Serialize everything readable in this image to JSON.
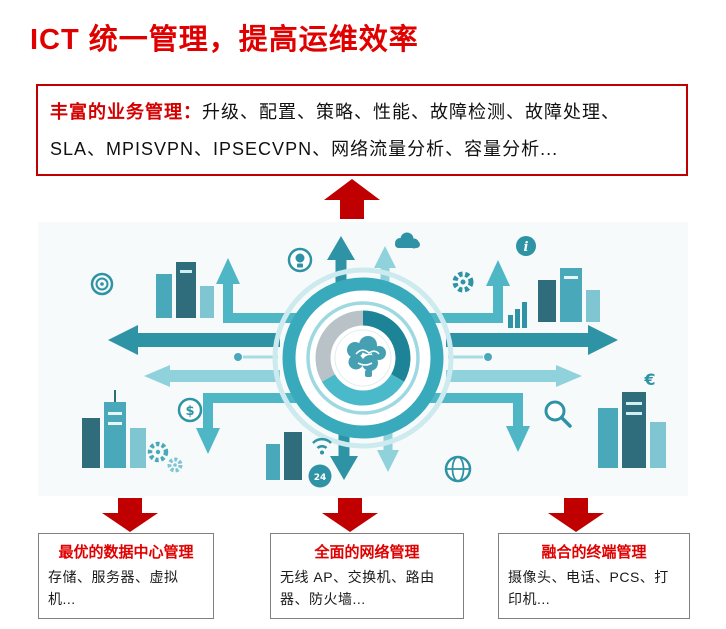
{
  "page": {
    "title": "ICT 统一管理，提高运维效率"
  },
  "feature_box": {
    "label": "丰富的业务管理：",
    "text": "升级、配置、策略、性能、故障检测、故障处理、SLA、MPISVPN、IPSECVPN、网络流量分析、容量分析..."
  },
  "illustration": {
    "description": "central ICT hub with brain, concentric teal rings, radiating block arrows, city buildings and technology icons",
    "glyphs": {
      "dollar": "$",
      "euro": "€",
      "info": "i",
      "clock": "24"
    },
    "icons": [
      "brain-icon",
      "light-bulb-icon",
      "cloud-icon",
      "gear-icon",
      "info-icon",
      "search-icon",
      "dollar-icon",
      "wifi-icon",
      "clock-24-icon",
      "globe-icon",
      "bar-chart-icon",
      "euro-icon",
      "target-icon",
      "gears-icon"
    ]
  },
  "bottom_boxes": [
    {
      "title": "最优的数据中心管理",
      "text": "存储、服务器、虚拟机..."
    },
    {
      "title": "全面的网络管理",
      "text": "无线 AP、交换机、路由器、防火墙..."
    },
    {
      "title": "融合的终端管理",
      "text": "摄像头、电话、PCS、打印机..."
    }
  ],
  "colors": {
    "accent_red": "#c00000",
    "title_red": "#e00000",
    "teal_dark": "#2e93a5",
    "teal_mid": "#4fb6c6",
    "teal_light": "#8fd2dc"
  }
}
